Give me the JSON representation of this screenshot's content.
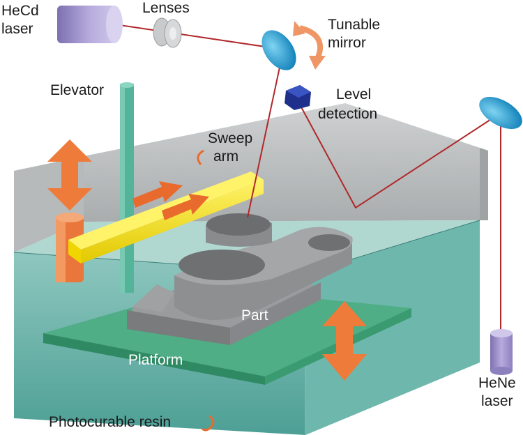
{
  "labels": {
    "hecd_laser_line1": "HeCd",
    "hecd_laser_line2": "laser",
    "lenses": "Lenses",
    "tunable_mirror_line1": "Tunable",
    "tunable_mirror_line2": "mirror",
    "elevator": "Elevator",
    "level_detection_line1": "Level",
    "level_detection_line2": "detection",
    "sweep_arm_line1": "Sweep",
    "sweep_arm_line2": "arm",
    "part": "Part",
    "platform": "Platform",
    "hene_laser_line1": "HeNe",
    "hene_laser_line2": "laser",
    "photocurable_resin": "Photocurable resin"
  },
  "colors": {
    "laser_beam": "#b0282a",
    "laser_body": "#9c8fc7",
    "mirror": "#1aa0d6",
    "resin": "#5fb3a8",
    "tank_wall": "#b9bcbd",
    "part": "#8c8d8f",
    "platform": "#3e9f78",
    "arrow": "#ee7a3a",
    "sweep_arm": "#f2e000",
    "elevator": "#4fae95",
    "level_sensor": "#1f2f8c"
  }
}
